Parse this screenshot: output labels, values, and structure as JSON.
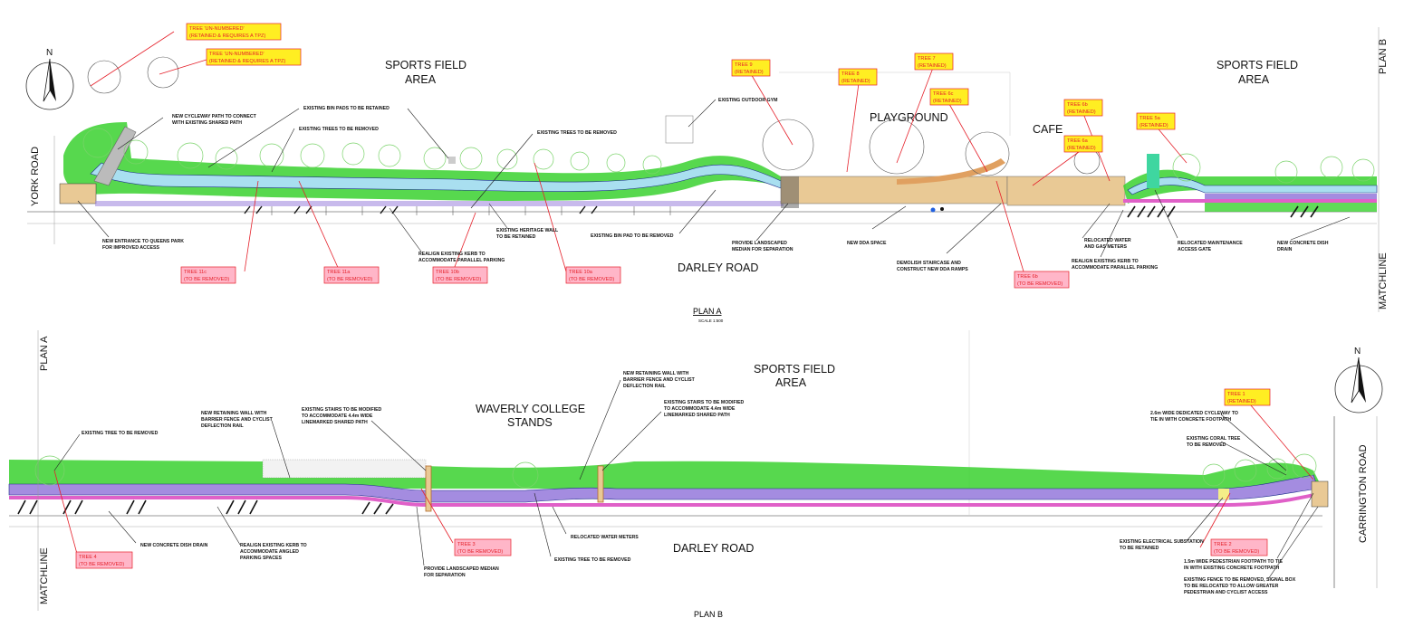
{
  "plan_a": {
    "title": "PLAN A",
    "scale": "SCALE 1:500",
    "areas": {
      "sports_left": [
        "SPORTS FIELD",
        "AREA"
      ],
      "sports_right": [
        "SPORTS FIELD",
        "AREA"
      ],
      "playground": "PLAYGROUND",
      "cafe": "CAFE",
      "darley_road": "DARLEY ROAD",
      "york_road": "YORK ROAD",
      "plan_b_ref": "PLAN B",
      "matchline": "MATCHLINE"
    },
    "notes": {
      "cycleway": [
        "NEW CYCLEWAY PATH TO CONNECT",
        "WITH EXISTING SHARED PATH"
      ],
      "bin_pads": "EXISTING BIN PADS TO BE RETAINED",
      "trees_removed_1": "EXISTING TREES TO BE REMOVED",
      "trees_removed_2": "EXISTING TREES TO BE REMOVED",
      "gym": "EXISTING OUTDOOR GYM",
      "entrance": [
        "NEW ENTRANCE TO QUEENS PARK",
        "FOR IMPROVED ACCESS"
      ],
      "realign_kerb": [
        "REALIGN EXISTING KERB TO",
        "ACCOMMODATE PARALLEL PARKING"
      ],
      "heritage_wall": [
        "EXISTING HERITAGE WALL",
        "TO BE RETAINED"
      ],
      "bin_pad_removed": "EXISTING BIN PAD TO BE REMOVED",
      "median": [
        "PROVIDE LANDSCAPED",
        "MEDIAN FOR SEPARATION"
      ],
      "dda_space": "NEW DDA SPACE",
      "staircase": [
        "DEMOLISH STAIRCASE AND",
        "CONSTRUCT NEW DDA RAMPS"
      ],
      "water_gas": [
        "RELOCATED WATER",
        "AND GAS METERS"
      ],
      "realign_kerb_2": [
        "REALIGN EXISTING KERB TO",
        "ACCOMMODATE PARALLEL PARKING"
      ],
      "maintenance_gate": [
        "RELOCATED MAINTENANCE",
        "ACCESS GATE"
      ],
      "dish_drain": [
        "NEW CONCRETE DISH",
        "DRAIN"
      ]
    },
    "tags": {
      "un1": [
        "TREE 'UN-NUMBERED'",
        "(RETAINED & REQUIRES A TPZ)"
      ],
      "un2": [
        "TREE 'UN-NUMBERED'",
        "(RETAINED & REQUIRES A TPZ)"
      ],
      "t9": [
        "TREE 9",
        "(RETAINED)"
      ],
      "t8": [
        "TREE 8",
        "(RETAINED)"
      ],
      "t7": [
        "TREE 7",
        "(RETAINED)"
      ],
      "t6c": [
        "TREE 6c",
        "(RETAINED)"
      ],
      "t6b": [
        "TREE 6b",
        "(RETAINED)"
      ],
      "t6a": [
        "TREE 6a",
        "(RETAINED)"
      ],
      "t5a": [
        "TREE 5a",
        "(RETAINED)"
      ],
      "t11c": [
        "TREE 11c",
        "(TO BE REMOVED)"
      ],
      "t11a": [
        "TREE 11a",
        "(TO BE REMOVED)"
      ],
      "t10b": [
        "TREE 10b",
        "(TO BE REMOVED)"
      ],
      "t10a": [
        "TREE 10a",
        "(TO BE REMOVED)"
      ],
      "t6b_rem": [
        "TREE 6b",
        "(TO BE REMOVED)"
      ]
    }
  },
  "plan_b": {
    "title": "PLAN B",
    "areas": {
      "sports": [
        "SPORTS FIELD",
        "AREA"
      ],
      "stands": [
        "WAVERLY COLLEGE",
        "STANDS"
      ],
      "darley_road": "DARLEY ROAD",
      "carrington_road": "CARRINGTON ROAD",
      "plan_a_ref": "PLAN A",
      "matchline": "MATCHLINE"
    },
    "notes": {
      "tree_removed": "EXISTING TREE TO BE REMOVED",
      "wall_left": [
        "NEW RETAINING WALL WITH",
        "BARRIER FENCE AND CYCLIST",
        "DEFLECTION RAIL"
      ],
      "stairs_left": [
        "EXISTING STAIRS TO BE MODIFIED",
        "TO ACCOMMODATE 4.4m WIDE",
        "LINEMARKED SHARED PATH"
      ],
      "wall_mid": [
        "NEW RETAINING WALL WITH",
        "BARRIER FENCE AND CYCLIST",
        "DEFLECTION RAIL"
      ],
      "stairs_mid": [
        "EXISTING STAIRS TO BE MODIFIED",
        "TO ACCOMMODATE 4.4m WIDE",
        "LINEMARKED SHARED PATH"
      ],
      "cycleway": [
        "2.6m WIDE DEDICATED CYCLEWAY TO",
        "TIE IN WITH CONCRETE FOOTPATH"
      ],
      "coral_tree": [
        "EXISTING CORAL TREE",
        "TO BE REMOVED"
      ],
      "dish_drain": "NEW CONCRETE DISH DRAIN",
      "realign_kerb": [
        "REALIGN EXISTING KERB TO",
        "ACCOMMODATE ANGLED",
        "PARKING SPACES"
      ],
      "median": [
        "PROVIDE LANDSCAPED MEDIAN",
        "FOR SEPARATION"
      ],
      "tree_removed_2": "EXISTING TREE TO BE REMOVED",
      "water_meters": "RELOCATED WATER METERS",
      "substation": [
        "EXISTING ELECTRICAL SUBSTATION",
        "TO BE RETAINED"
      ],
      "footpath": [
        "1.5m WIDE PEDESTRIAN FOOTPATH TO TIE",
        "IN WITH EXISTING CONCRETE FOOTPATH"
      ],
      "fence": [
        "EXISTING FENCE TO BE REMOVED, SIGNAL BOX",
        "TO BE RELOCATED TO ALLOW GREATER",
        "PEDESTRIAN AND CYCLIST ACCESS"
      ]
    },
    "tags": {
      "t1": [
        "TREE 1",
        "(RETAINED)"
      ],
      "t4": [
        "TREE 4",
        "(TO BE REMOVED)"
      ],
      "t3": [
        "TREE 3",
        "(TO BE REMOVED)"
      ],
      "t2": [
        "TREE 2",
        "(TO BE REMOVED)"
      ]
    }
  },
  "north": "N",
  "colors": {
    "grass": "#39d12f",
    "cycleway": "#a9dff0",
    "path_purple": "#a48ce0",
    "path_pink": "#e060c8",
    "paving": "#e9c995",
    "retained_tag_fill": "#ffee22",
    "removed_tag_fill": "#ffb6c8",
    "tag_text": "#e5202a"
  }
}
